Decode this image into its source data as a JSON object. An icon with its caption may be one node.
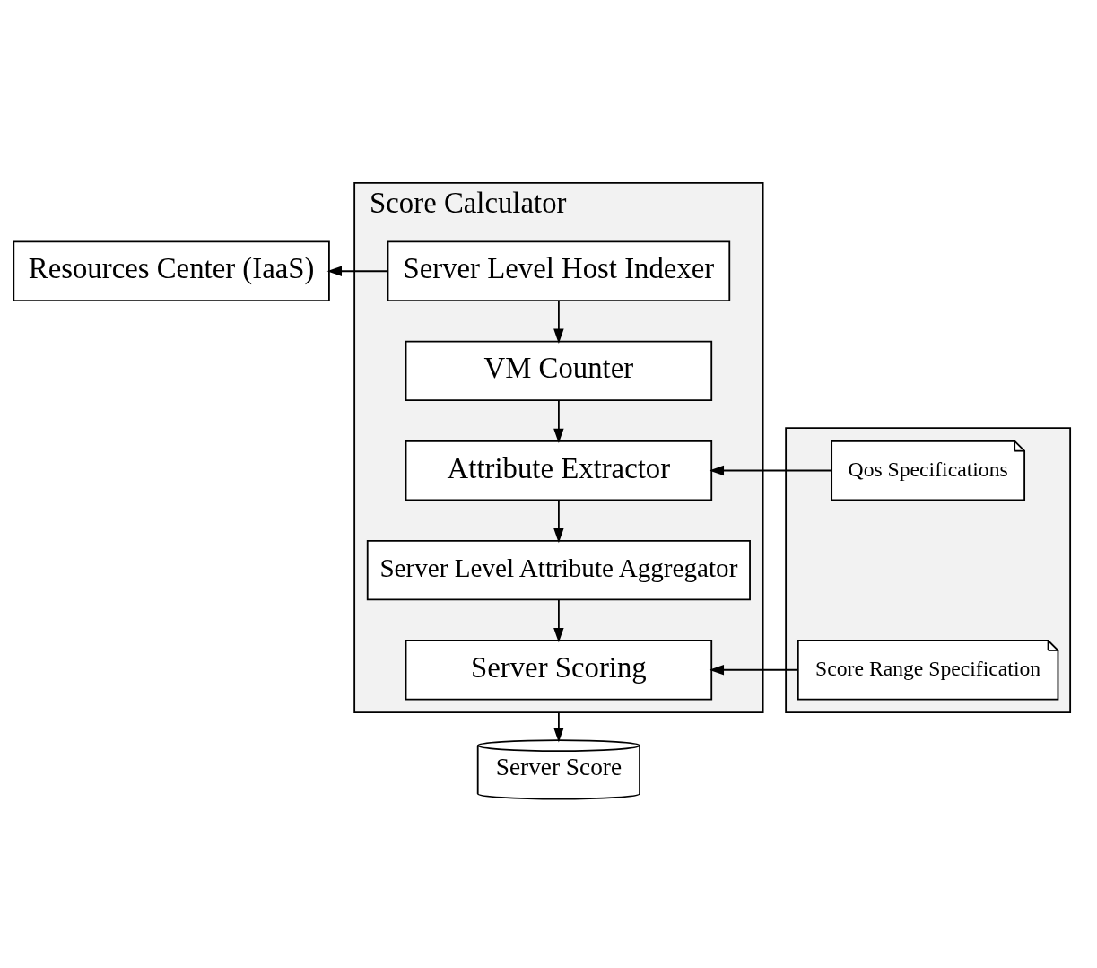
{
  "diagram": {
    "nodes": [
      {
        "text": [
          "Resources Center (IaaS)"
        ]
      },
      {
        "text": [
          "Score Calculator"
        ]
      },
      {
        "text": [
          "Server Level Host Indexer"
        ],
        "in": 1
      },
      {
        "text": [
          "VM Counter"
        ],
        "in": 1
      },
      {
        "text": [
          "Attribute Extractor"
        ],
        "in": 1
      },
      {
        "text": [
          "Server Level Attribute Aggregator"
        ],
        "in": 1
      },
      {
        "text": [
          "Server Scoring"
        ],
        "in": 1
      },
      {
        "text": [],
        "shape": "box"
      },
      {
        "text": [
          "Qos Specifications"
        ],
        "in": 7
      },
      {
        "text": [
          "Score Range Specification"
        ],
        "in": 7
      },
      {
        "text": [
          "Server Score"
        ]
      }
    ],
    "edges": [
      {
        "from": 2,
        "to": 0,
        "arrow": "to"
      },
      {
        "from": 2,
        "to": 3,
        "arrow": "to"
      },
      {
        "from": 3,
        "to": 4,
        "arrow": "to"
      },
      {
        "from": 8,
        "to": 4,
        "arrow": "to"
      },
      {
        "from": 4,
        "to": 5,
        "arrow": "to"
      },
      {
        "from": 5,
        "to": 6,
        "arrow": "to"
      },
      {
        "from": 9,
        "to": 6,
        "arrow": "to"
      },
      {
        "from": 1,
        "to": 10,
        "arrow": "to"
      }
    ]
  }
}
